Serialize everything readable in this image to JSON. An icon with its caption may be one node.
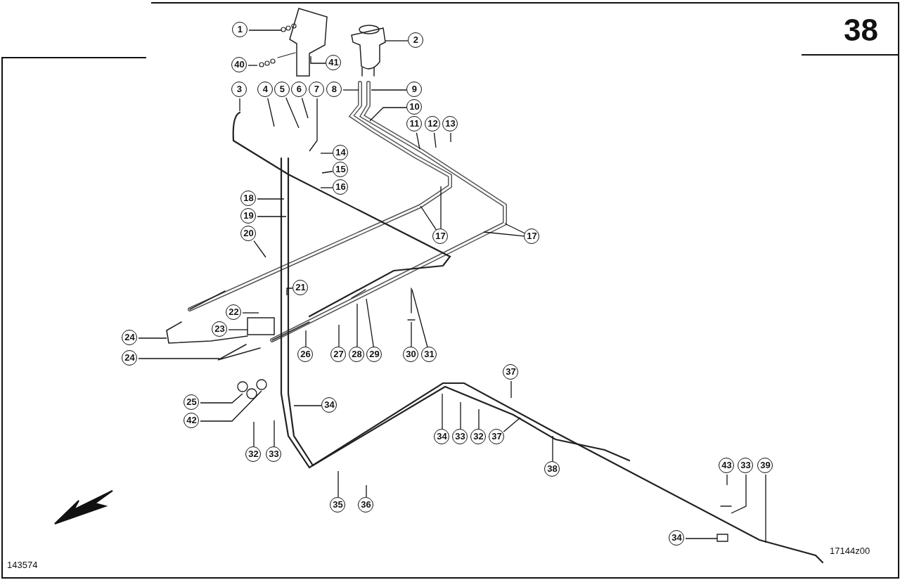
{
  "diagram": {
    "nodes": [
      {
        "text": [
          "1"
        ]
      },
      {
        "text": [
          "2"
        ]
      },
      {
        "text": [
          "40"
        ]
      },
      {
        "text": [
          "41"
        ]
      },
      {
        "text": [
          "3"
        ]
      },
      {
        "text": [
          "4"
        ]
      },
      {
        "text": [
          "5"
        ]
      },
      {
        "text": [
          "6"
        ]
      },
      {
        "text": [
          "7"
        ]
      },
      {
        "text": [
          "8"
        ]
      },
      {
        "text": [
          "9"
        ]
      },
      {
        "text": [
          "10"
        ]
      },
      {
        "text": [
          "11"
        ]
      },
      {
        "text": [
          "12"
        ]
      },
      {
        "text": [
          "13"
        ]
      },
      {
        "text": [
          "14"
        ]
      },
      {
        "text": [
          "15"
        ]
      },
      {
        "text": [
          "16"
        ]
      },
      {
        "text": [
          "17"
        ]
      },
      {
        "text": [
          "17"
        ]
      },
      {
        "text": [
          "18"
        ]
      },
      {
        "text": [
          "19"
        ]
      },
      {
        "text": [
          "20"
        ]
      },
      {
        "text": [
          "21"
        ]
      },
      {
        "text": [
          "22"
        ]
      },
      {
        "text": [
          "23"
        ]
      },
      {
        "text": [
          "24"
        ]
      },
      {
        "text": [
          "24"
        ]
      },
      {
        "text": [
          "26"
        ]
      },
      {
        "text": [
          "27"
        ]
      },
      {
        "text": [
          "28"
        ]
      },
      {
        "text": [
          "29"
        ]
      },
      {
        "text": [
          "30"
        ]
      },
      {
        "text": [
          "31"
        ]
      },
      {
        "text": [
          "25"
        ]
      },
      {
        "text": [
          "42"
        ]
      },
      {
        "text": [
          "34"
        ]
      },
      {
        "text": [
          "32"
        ]
      },
      {
        "text": [
          "33"
        ]
      },
      {
        "text": [
          "34"
        ]
      },
      {
        "text": [
          "33"
        ]
      },
      {
        "text": [
          "32"
        ]
      },
      {
        "text": [
          "37"
        ]
      },
      {
        "text": [
          "37"
        ]
      },
      {
        "text": [
          "38"
        ]
      },
      {
        "text": [
          "35"
        ]
      },
      {
        "text": [
          "36"
        ]
      },
      {
        "text": [
          "43"
        ]
      },
      {
        "text": [
          "33"
        ]
      },
      {
        "text": [
          "39"
        ]
      },
      {
        "text": [
          "34"
        ]
      }
    ],
    "edges": [
      {
        "from": 0,
        "to": null,
        "arrow": "none"
      },
      {
        "from": 1,
        "to": null,
        "arrow": "none"
      },
      {
        "from": 2,
        "to": null,
        "arrow": "none"
      },
      {
        "from": 3,
        "to": null,
        "arrow": "none"
      },
      {
        "from": 4,
        "to": null,
        "arrow": "none"
      },
      {
        "from": 5,
        "to": null,
        "arrow": "none"
      },
      {
        "from": 6,
        "to": null,
        "arrow": "none"
      },
      {
        "from": 7,
        "to": null,
        "arrow": "none"
      },
      {
        "from": 8,
        "to": null,
        "arrow": "none"
      },
      {
        "from": 9,
        "to": null,
        "arrow": "none"
      },
      {
        "from": 10,
        "to": null,
        "arrow": "none"
      },
      {
        "from": 11,
        "to": null,
        "arrow": "none"
      },
      {
        "from": 12,
        "to": null,
        "arrow": "none"
      },
      {
        "from": 13,
        "to": null,
        "arrow": "none"
      },
      {
        "from": 14,
        "to": null,
        "arrow": "none"
      },
      {
        "from": 15,
        "to": null,
        "arrow": "none"
      },
      {
        "from": 16,
        "to": null,
        "arrow": "none"
      },
      {
        "from": 17,
        "to": null,
        "arrow": "none"
      },
      {
        "from": 18,
        "to": null,
        "arrow": "none"
      },
      {
        "from": 18,
        "to": null,
        "arrow": "none"
      },
      {
        "from": 19,
        "to": null,
        "arrow": "none"
      },
      {
        "from": 19,
        "to": null,
        "arrow": "none"
      },
      {
        "from": 20,
        "to": null,
        "arrow": "none"
      },
      {
        "from": 21,
        "to": null,
        "arrow": "none"
      },
      {
        "from": 22,
        "to": null,
        "arrow": "none"
      },
      {
        "from": 23,
        "to": null,
        "arrow": "none"
      },
      {
        "from": 24,
        "to": null,
        "arrow": "none"
      },
      {
        "from": 25,
        "to": null,
        "arrow": "none"
      },
      {
        "from": 26,
        "to": null,
        "arrow": "none"
      },
      {
        "from": 27,
        "to": null,
        "arrow": "none"
      },
      {
        "from": 28,
        "to": null,
        "arrow": "none"
      },
      {
        "from": 29,
        "to": null,
        "arrow": "none"
      },
      {
        "from": 30,
        "to": null,
        "arrow": "none"
      },
      {
        "from": 31,
        "to": null,
        "arrow": "none"
      },
      {
        "from": 32,
        "to": null,
        "arrow": "none"
      },
      {
        "from": 33,
        "to": null,
        "arrow": "none"
      },
      {
        "from": 34,
        "to": null,
        "arrow": "none"
      },
      {
        "from": 35,
        "to": null,
        "arrow": "none"
      },
      {
        "from": 36,
        "to": null,
        "arrow": "none"
      },
      {
        "from": 37,
        "to": null,
        "arrow": "none"
      },
      {
        "from": 38,
        "to": null,
        "arrow": "none"
      },
      {
        "from": 39,
        "to": null,
        "arrow": "none"
      },
      {
        "from": 40,
        "to": null,
        "arrow": "none"
      },
      {
        "from": 41,
        "to": null,
        "arrow": "none"
      },
      {
        "from": 42,
        "to": null,
        "arrow": "none"
      },
      {
        "from": 43,
        "to": null,
        "arrow": "none"
      },
      {
        "from": 44,
        "to": null,
        "arrow": "none"
      },
      {
        "from": 45,
        "to": null,
        "arrow": "none"
      },
      {
        "from": 46,
        "to": null,
        "arrow": "none"
      },
      {
        "from": 47,
        "to": null,
        "arrow": "none"
      },
      {
        "from": 48,
        "to": null,
        "arrow": "none"
      },
      {
        "from": 49,
        "to": null,
        "arrow": "none"
      },
      {
        "from": 50,
        "to": null,
        "arrow": "none"
      }
    ],
    "labels": [
      "38",
      "143574",
      "17144z00"
    ]
  }
}
